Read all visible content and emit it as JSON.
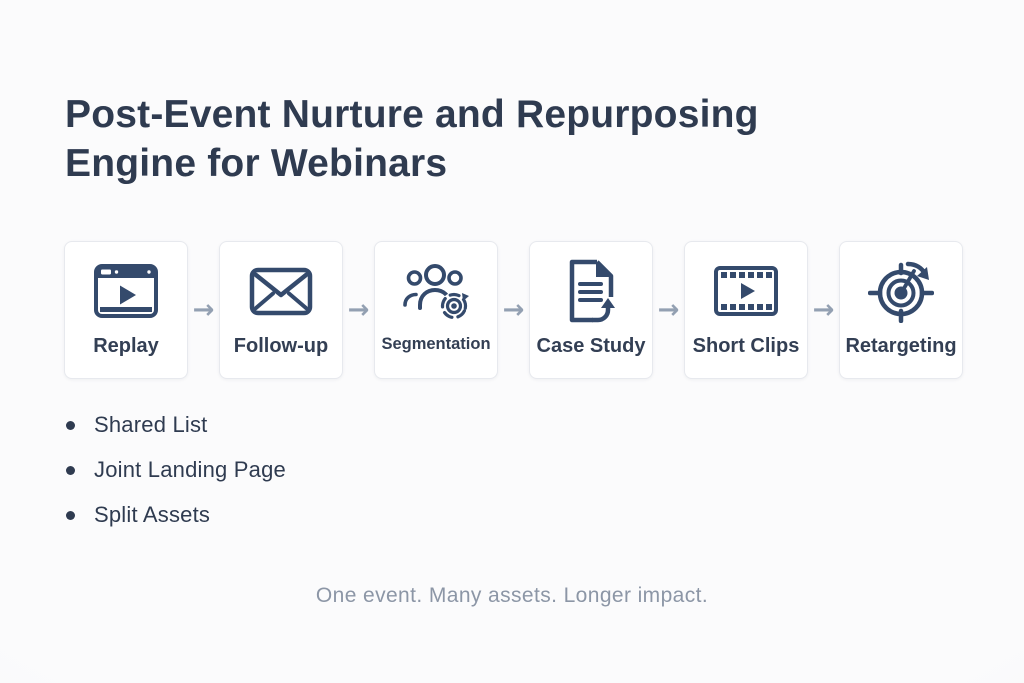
{
  "title": {
    "line1": "Post-Event Nurture and Repurposing",
    "line2": "Engine for Webinars"
  },
  "flow": {
    "connector_symbol": "→",
    "steps": [
      {
        "label": "Replay",
        "icon": "video-replay-icon"
      },
      {
        "label": "Follow-up",
        "icon": "email-envelope-icon"
      },
      {
        "label": "Segmentation",
        "icon": "audience-segmentation-icon"
      },
      {
        "label": "Case Study",
        "icon": "case-study-document-icon"
      },
      {
        "label": "Short Clips",
        "icon": "film-strip-icon"
      },
      {
        "label": "Retargeting",
        "icon": "retargeting-crosshair-icon"
      }
    ]
  },
  "bullets": [
    "Shared List",
    "Joint Landing Page",
    "Split Assets"
  ],
  "footer_tagline": "One event.  Many assets. Longer impact.",
  "colors": {
    "background": "#fbfbfc",
    "title_text": "#2f3b50",
    "card_background": "#ffffff",
    "card_border": "#e7e9ee",
    "icon_navy": "#344a6c",
    "card_label": "#333f54",
    "arrow_gray": "#93a0b2",
    "bullet_text": "#2f3b50",
    "tagline_gray": "#8c96a6"
  }
}
